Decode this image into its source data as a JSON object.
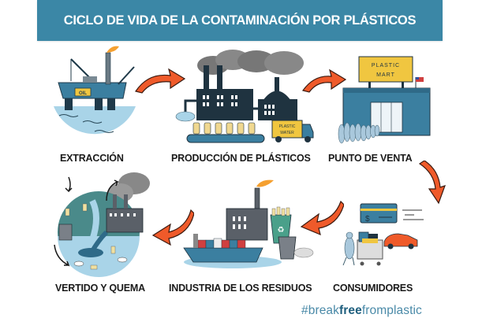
{
  "banner": {
    "title": "CICLO DE VIDA DE LA CONTAMINACIÓN POR PLÁSTICOS",
    "background_color": "#3b87a6",
    "text_color": "#ffffff"
  },
  "cycle": {
    "stages": [
      {
        "id": "extraccion",
        "label": "EXTRACCIÓN",
        "icon": "oil-rig-icon",
        "sign_text": "OIL"
      },
      {
        "id": "produccion",
        "label": "PRODUCCIÓN DE PLÁSTICOS",
        "icon": "factory-icon",
        "truck_text": "PLASTIC WATER"
      },
      {
        "id": "punto-venta",
        "label": "PUNTO DE VENTA",
        "icon": "store-icon",
        "sign_text": "PLASTIC MART"
      },
      {
        "id": "consumidores",
        "label": "CONSUMIDORES",
        "icon": "shopping-cart-icon",
        "card_symbol": "$"
      },
      {
        "id": "industria-residuos",
        "label": "INDUSTRIA DE LOS RESIDUOS",
        "icon": "waste-industry-icon"
      },
      {
        "id": "vertido-quema",
        "label": "VERTIDO Y QUEMA",
        "icon": "polluted-earth-icon"
      }
    ],
    "arrow_color": "#ef5a2a",
    "arrows": [
      {
        "from": "extraccion",
        "to": "produccion"
      },
      {
        "from": "produccion",
        "to": "punto-venta"
      },
      {
        "from": "punto-venta",
        "to": "consumidores"
      },
      {
        "from": "consumidores",
        "to": "industria-residuos"
      },
      {
        "from": "industria-residuos",
        "to": "vertido-quema"
      }
    ]
  },
  "footer": {
    "hashtag_prefix": "#break",
    "hashtag_bold": "free",
    "hashtag_suffix": "fromplastic"
  }
}
